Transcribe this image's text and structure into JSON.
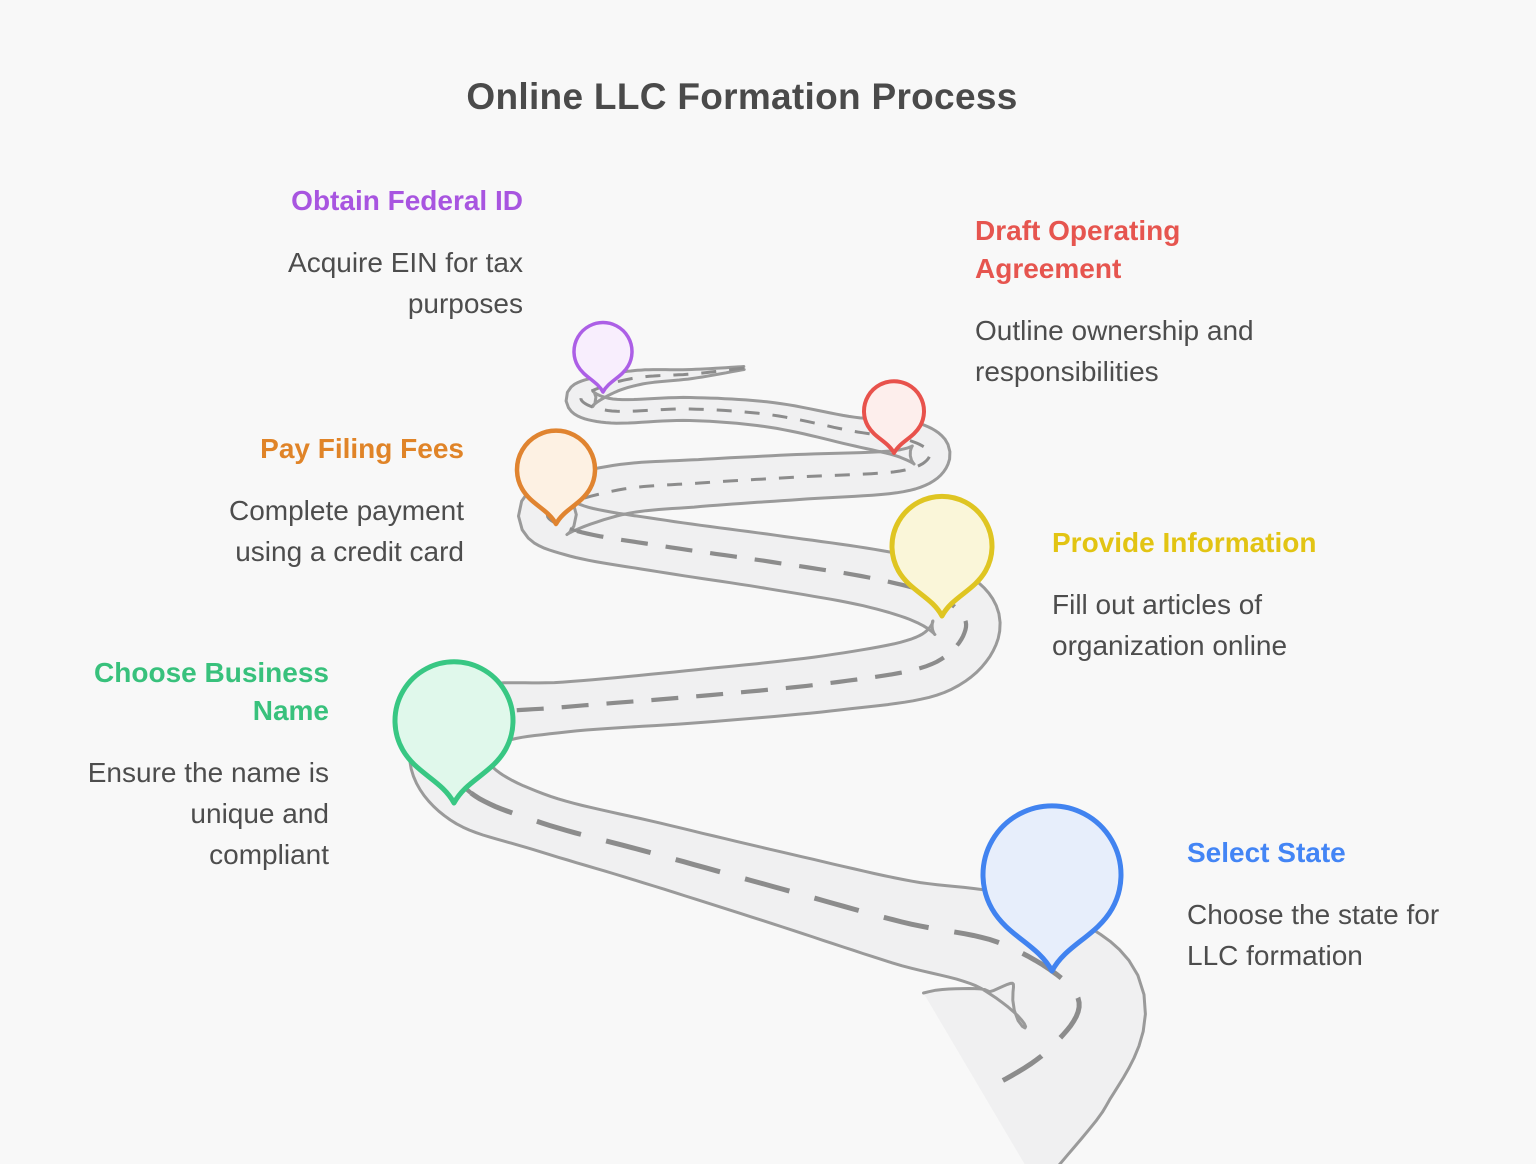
{
  "title": "Online LLC Formation Process",
  "title_color": "#4a4a4a",
  "background": "#f8f8f8",
  "body_text_color": "#4d4d4d",
  "road": {
    "surface_color": "#f0f0f1",
    "edge_color": "#9a9a9a",
    "dash_color": "#8c8c8c"
  },
  "steps": [
    {
      "id": "select-state",
      "label": "Select State",
      "description": "Choose the state for LLC formation",
      "color": "#4385f5",
      "pin_stroke": "#4183f0",
      "pin_fill": "#e7eefb"
    },
    {
      "id": "choose-business-name",
      "label": "Choose Business Name",
      "description": "Ensure the name is unique and compliant",
      "color": "#38c17c",
      "pin_stroke": "#38c783",
      "pin_fill": "#e0f8eb"
    },
    {
      "id": "provide-information",
      "label": "Provide Information",
      "description": "Fill out articles of organization online",
      "color": "#e2c413",
      "pin_stroke": "#dfc522",
      "pin_fill": "#faf6d9"
    },
    {
      "id": "pay-filing-fees",
      "label": "Pay Filing Fees",
      "description": "Complete payment using a credit card",
      "color": "#e08428",
      "pin_stroke": "#e08430",
      "pin_fill": "#fdf1e3"
    },
    {
      "id": "draft-operating-agreement",
      "label": "Draft Operating Agreement",
      "description": "Outline ownership and responsibilities",
      "color": "#e6554f",
      "pin_stroke": "#e8524c",
      "pin_fill": "#fdeeec"
    },
    {
      "id": "obtain-federal-id",
      "label": "Obtain Federal ID",
      "description": "Acquire EIN for tax purposes",
      "color": "#a855e0",
      "pin_stroke": "#ac5fe6",
      "pin_fill": "#f8eefd"
    }
  ]
}
